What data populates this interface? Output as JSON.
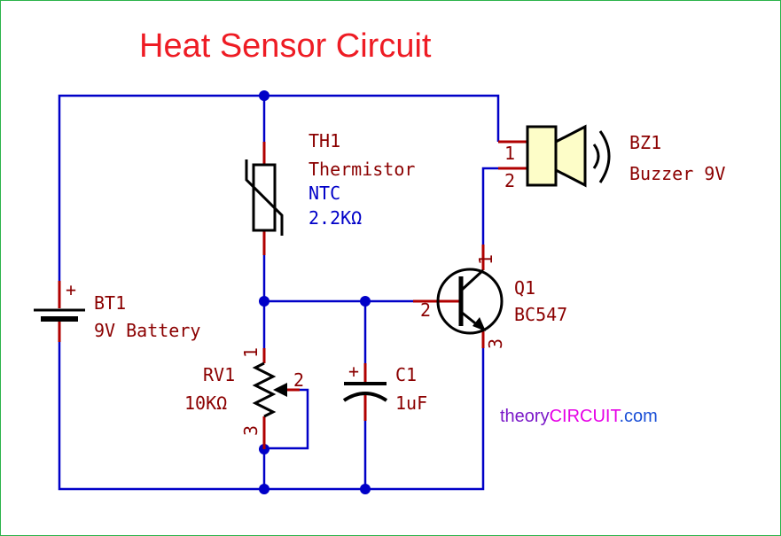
{
  "title": "Heat Sensor Circuit",
  "components": {
    "th1": {
      "ref": "TH1",
      "type": "Thermistor",
      "kind": "NTC",
      "value": "2.2KΩ"
    },
    "bz1": {
      "ref": "BZ1",
      "value": "Buzzer 9V",
      "pin1": "1",
      "pin2": "2"
    },
    "q1": {
      "ref": "Q1",
      "value": "BC547",
      "pin1": "1",
      "pin2": "2",
      "pin3": "3"
    },
    "bt1": {
      "ref": "BT1",
      "value": "9V Battery",
      "plus": "+"
    },
    "rv1": {
      "ref": "RV1",
      "value": "10KΩ",
      "pin1": "1",
      "pin2": "2",
      "pin3": "3"
    },
    "c1": {
      "ref": "C1",
      "value": "1uF",
      "plus": "+"
    }
  },
  "brand": {
    "prefix": "theory",
    "highlight": "CIRCUIT",
    "suffix": ".com"
  },
  "colors": {
    "wire": "#0000c8",
    "lead": "#b00000",
    "label": "#8b0000",
    "value": "#0000c8",
    "title": "#ee1c24",
    "brand_prefix": "#7a18c8",
    "brand_highlight": "#e600e6",
    "brand_suffix": "#1a4fd6",
    "frame": "#2bb34a"
  }
}
